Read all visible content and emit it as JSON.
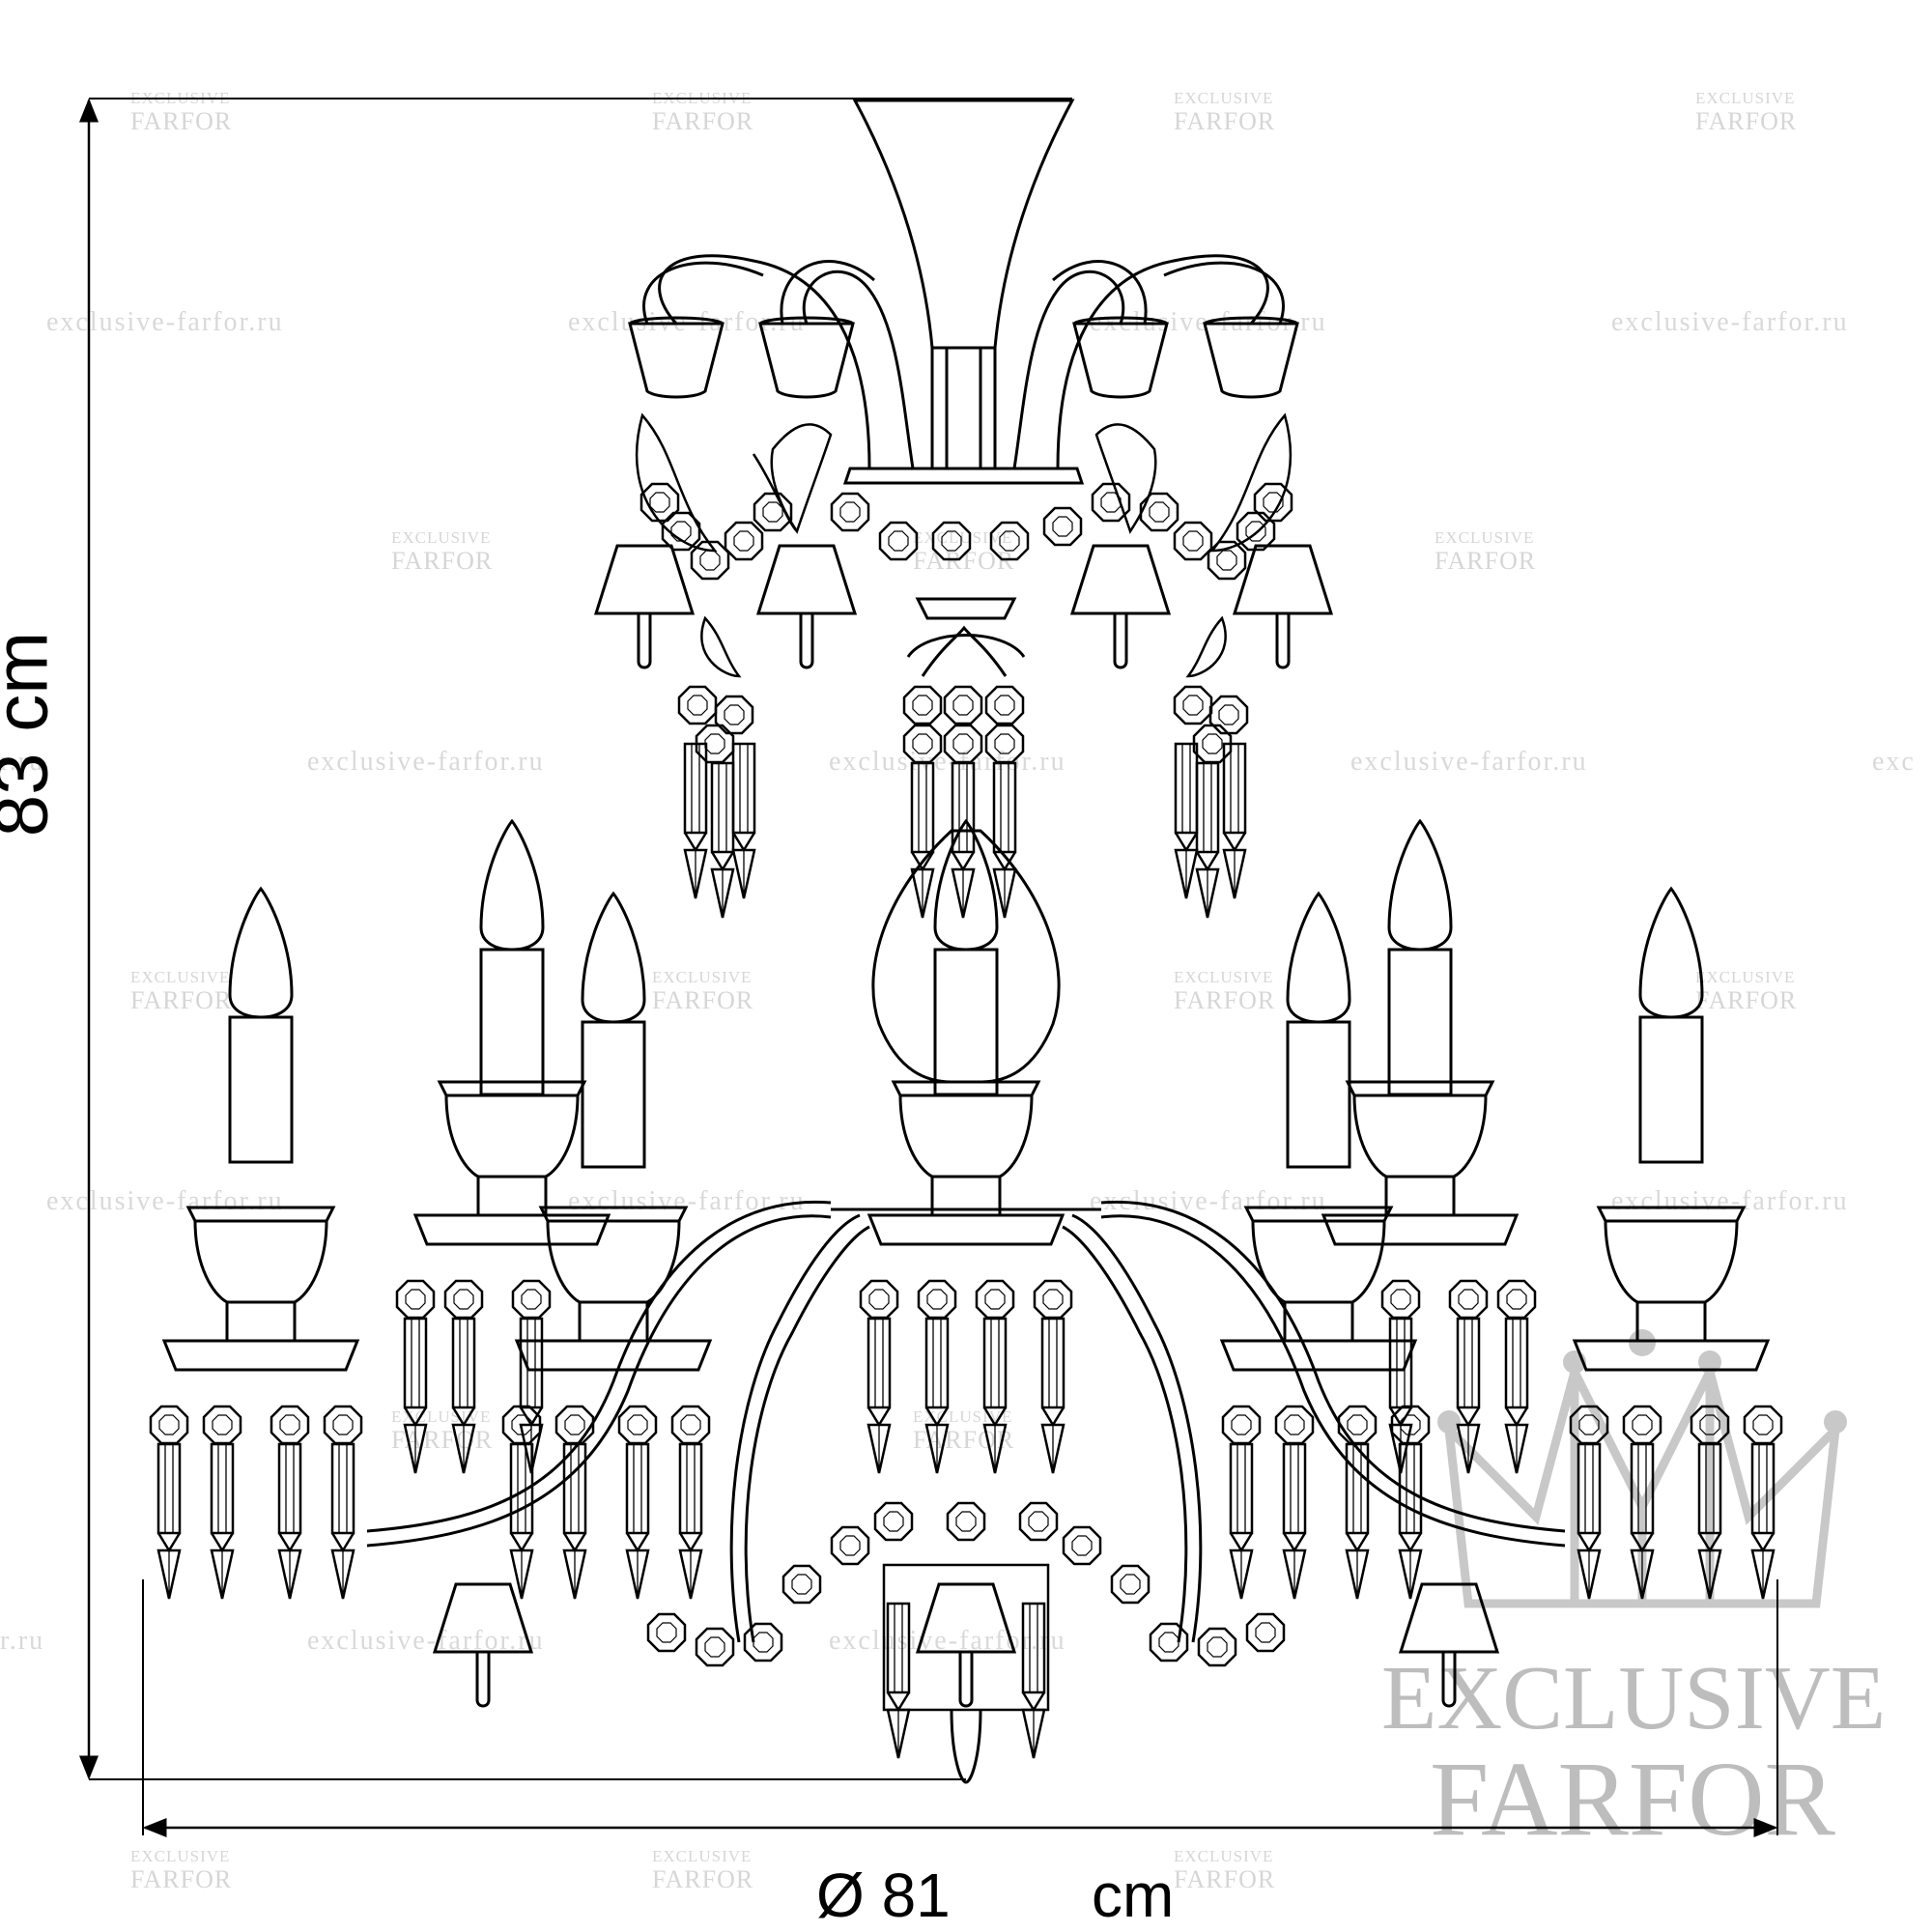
{
  "dimensions": {
    "height_label": "83 cm",
    "width_symbol_value": "Ø 81",
    "width_unit": "cm"
  },
  "watermark": {
    "word_line1": "EXCLUSIVE",
    "word_line2": "FARFOR",
    "url": "exclusive-farfor.ru",
    "url_partial_left": "r.ru",
    "url_partial_right": "exc"
  },
  "logo": {
    "line1": "EXCLUSIVE",
    "line2": "FARFOR",
    "icon": "crown-icon"
  },
  "colors": {
    "line": "#000000",
    "watermark": "#d0d0d0",
    "logo": "#bdbdbd"
  }
}
